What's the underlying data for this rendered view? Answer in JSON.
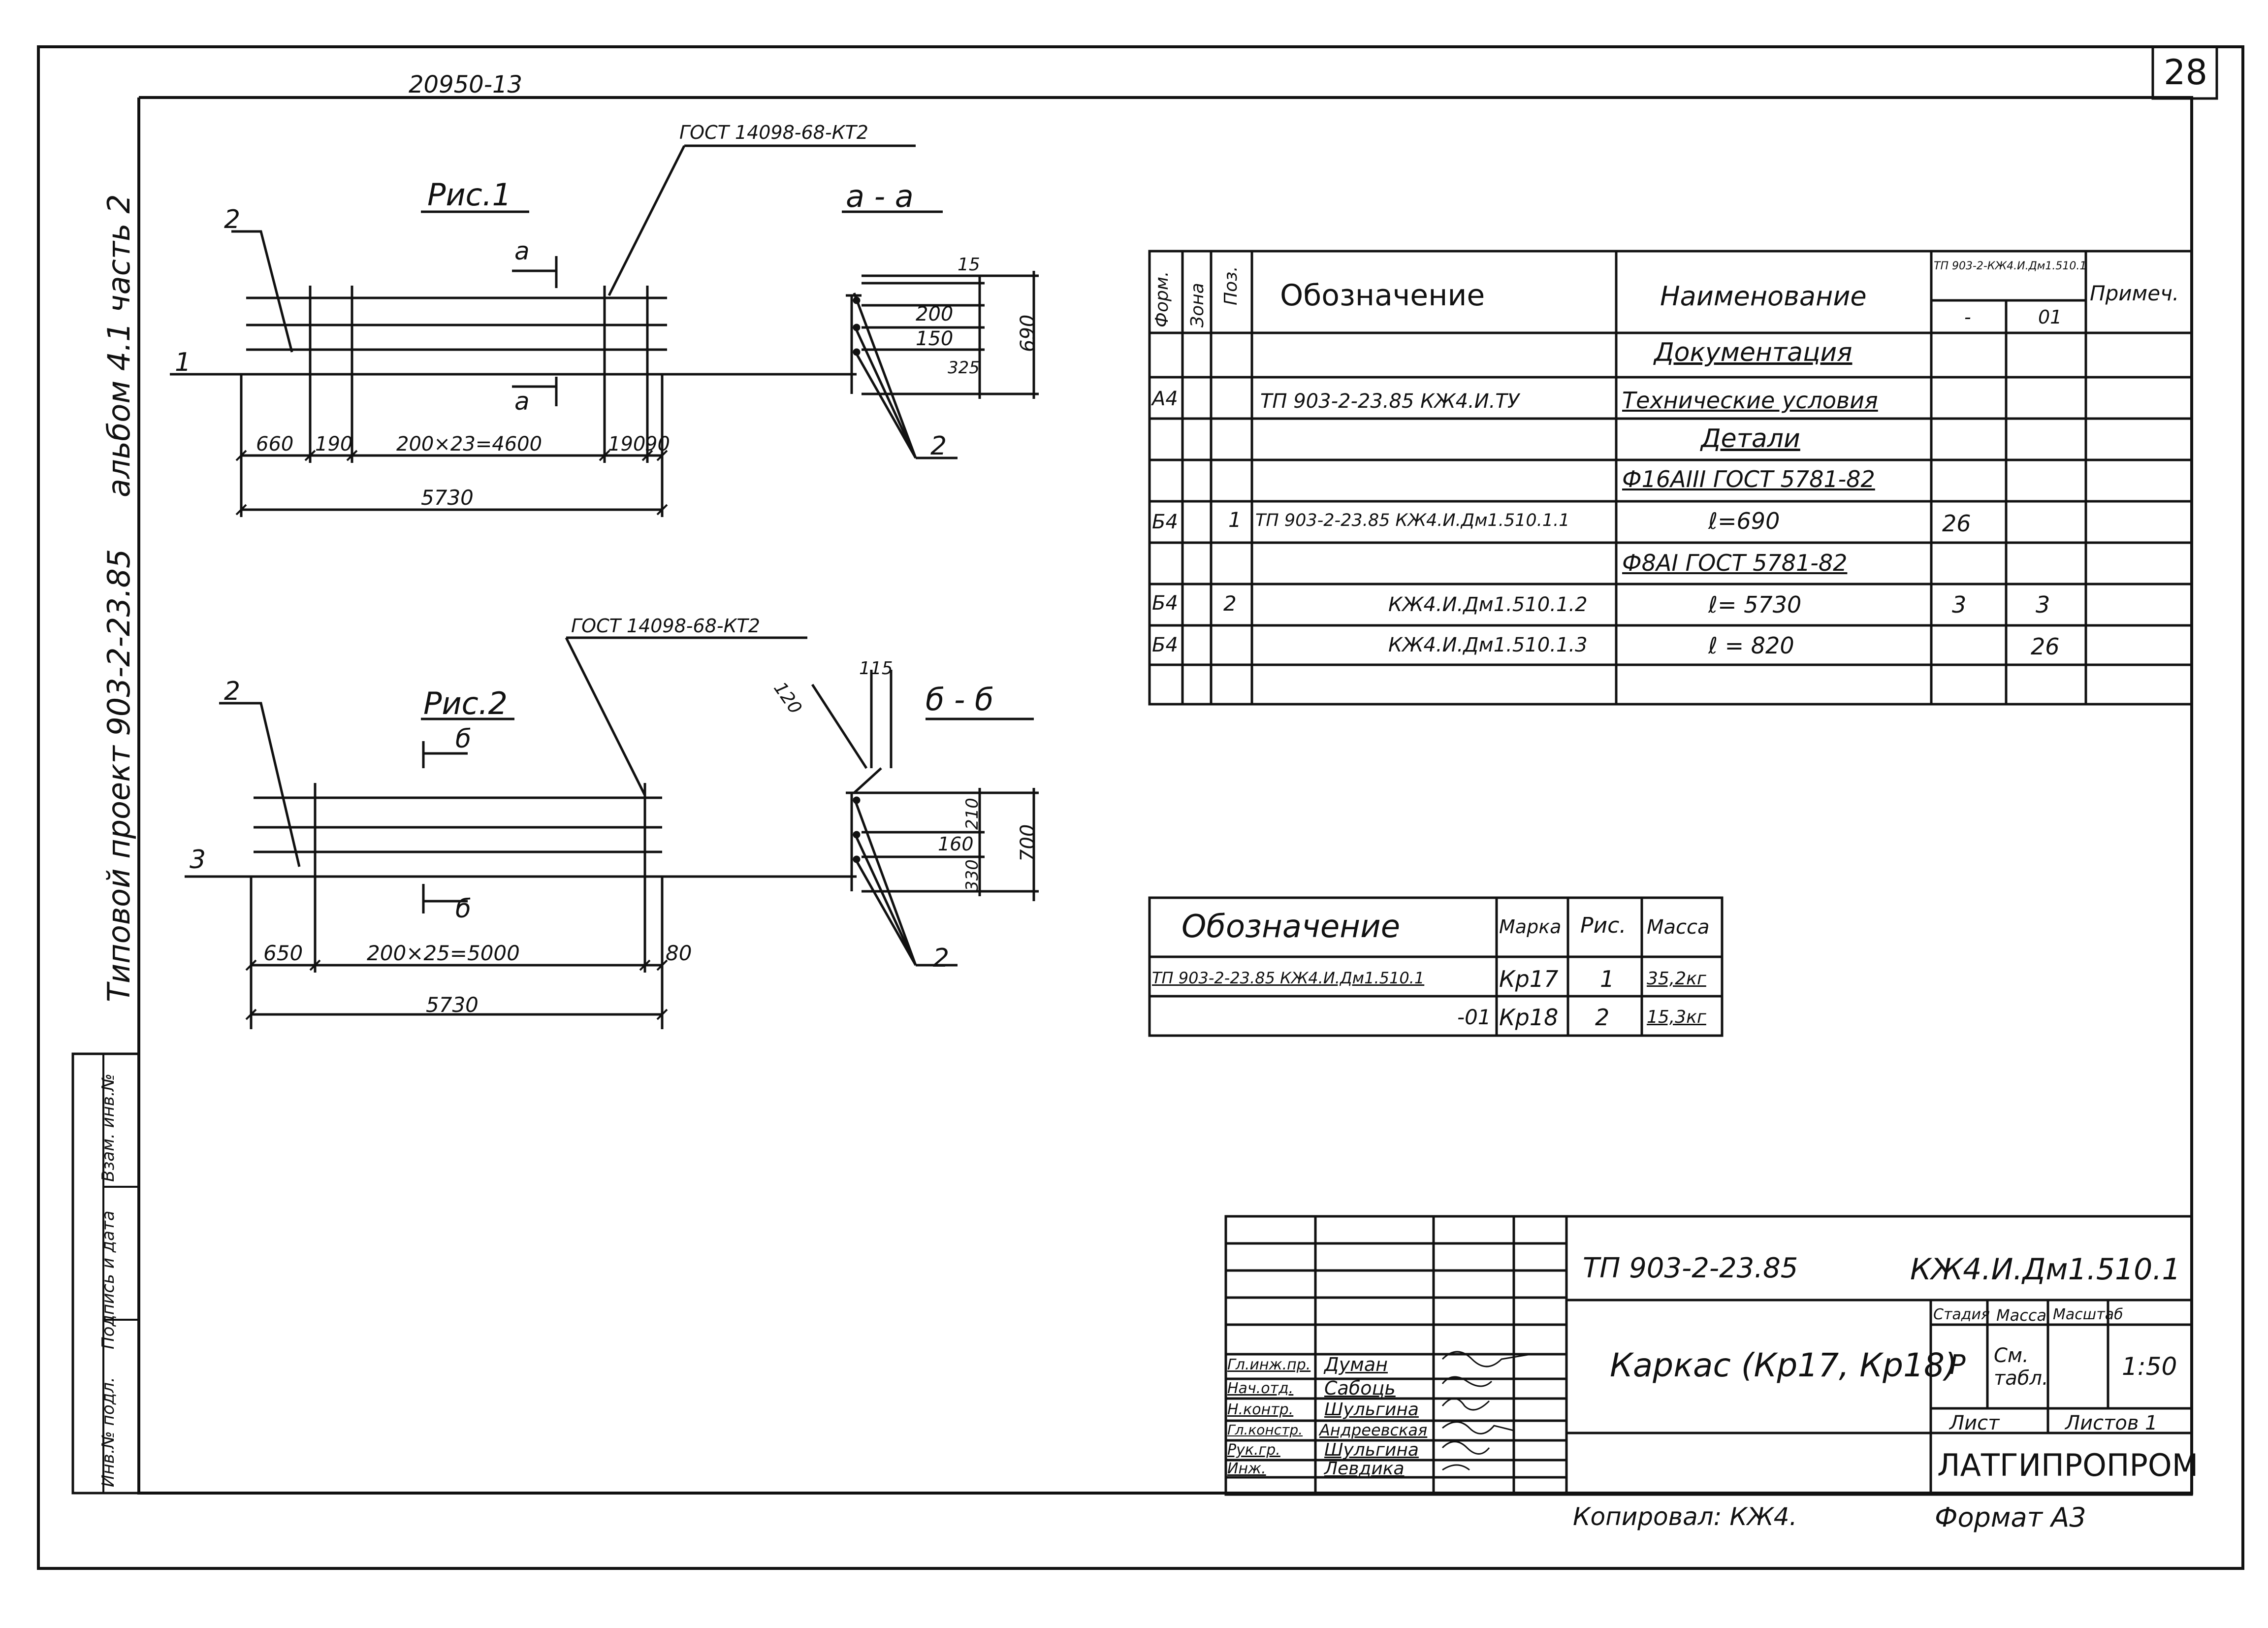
{
  "sheet_number": "28",
  "archive_code": "20950-13",
  "side_stamp": {
    "project": "Типовой проект 903-2-23.85",
    "album": "альбом 4.1 часть 2",
    "fields": [
      "Инв.№ подл.",
      "Подпись и дата",
      "Взам. инв.№"
    ]
  },
  "fig1": {
    "title": "Рис.1",
    "gost_note": "ГОСТ 14098-68-КТ2",
    "pos_main": "2",
    "pos_side": "1",
    "section_mark": "а",
    "dims": [
      "660",
      "190",
      "200×23=4600",
      "190",
      "90"
    ],
    "overall": "5730",
    "section_title": "а - а",
    "section_dims": [
      "15",
      "200",
      "150",
      "325",
      "690"
    ],
    "section_pos": "2"
  },
  "fig2": {
    "title": "Рис.2",
    "gost_note": "ГОСТ 14098-68-КТ2",
    "pos_main": "2",
    "pos_side": "3",
    "section_mark": "б",
    "dims": [
      "650",
      "200×25=5000",
      "80"
    ],
    "overall": "5730",
    "section_title": "б - б",
    "section_dims": [
      "120",
      "115",
      "210",
      "160",
      "330",
      "700"
    ],
    "section_pos": "2"
  },
  "spec": {
    "headers": {
      "format": "Форм.",
      "zone": "Зона",
      "pos": "Поз.",
      "designation": "Обозначение",
      "name": "Наименование",
      "qty_top": "ТП 903-2-КЖ4.И.Дм1.510.1",
      "qty_a": "-",
      "qty_b": "01",
      "note": "Примеч."
    },
    "rows": [
      {
        "format": "",
        "pos": "",
        "designation": "",
        "name": "Документация",
        "qa": "",
        "qb": ""
      },
      {
        "format": "А4",
        "pos": "",
        "designation": "ТП 903-2-23.85  КЖ4.И.ТУ",
        "name": "Технические условия",
        "qa": "",
        "qb": ""
      },
      {
        "format": "",
        "pos": "",
        "designation": "",
        "name": "Детали",
        "qa": "",
        "qb": ""
      },
      {
        "format": "",
        "pos": "",
        "designation": "",
        "name": "Ф16АIII ГОСТ 5781-82",
        "qa": "",
        "qb": ""
      },
      {
        "format": "Б4",
        "pos": "1",
        "designation": "ТП 903-2-23.85 КЖ4.И.Дм1.510.1.1",
        "name": "ℓ=690",
        "qa": "26",
        "qb": ""
      },
      {
        "format": "",
        "pos": "",
        "designation": "",
        "name": "Ф8АI ГОСТ 5781-82",
        "qa": "",
        "qb": ""
      },
      {
        "format": "Б4",
        "pos": "2",
        "designation": "КЖ4.И.Дм1.510.1.2",
        "name": "ℓ= 5730",
        "qa": "3",
        "qb": "3"
      },
      {
        "format": "Б4",
        "pos": "",
        "designation": "КЖ4.И.Дм1.510.1.3",
        "name": "ℓ = 820",
        "qa": "",
        "qb": "26"
      }
    ]
  },
  "mark_table": {
    "headers": [
      "Обозначение",
      "Марка",
      "Рис.",
      "Масса"
    ],
    "rows": [
      [
        "ТП 903-2-23.85 КЖ4.И.Дм1.510.1",
        "Кр17",
        "1",
        "35,2кг"
      ],
      [
        "-01",
        "Кр18",
        "2",
        "15,3кг"
      ]
    ]
  },
  "title_block": {
    "project_code": "ТП 903-2-23.85",
    "doc_code": "КЖ4.И.Дм1.510.1",
    "title": "Каркас (Кр17, Кр18)",
    "stage_label": "Стадия",
    "mass_label": "Масса",
    "scale_label": "Масштаб",
    "stage": "Р",
    "mass": "См. табл.",
    "scale": "1:50",
    "sheet_label": "Лист",
    "sheets_label": "Листов 1",
    "org": "ЛАТГИПРОПРОМ",
    "signers": [
      {
        "role": "Гл.инж.пр.",
        "name": "Думан"
      },
      {
        "role": "Нач.отд.",
        "name": "Сабоць"
      },
      {
        "role": "Н.контр.",
        "name": "Шульгина"
      },
      {
        "role": "Гл.констр.",
        "name": "Андреевская"
      },
      {
        "role": "Рук.гр.",
        "name": "Шульгина"
      },
      {
        "role": "Инж.",
        "name": "Левдика"
      }
    ]
  },
  "footer": {
    "copied": "Копировал: КЖ4.",
    "format": "Формат А3"
  }
}
